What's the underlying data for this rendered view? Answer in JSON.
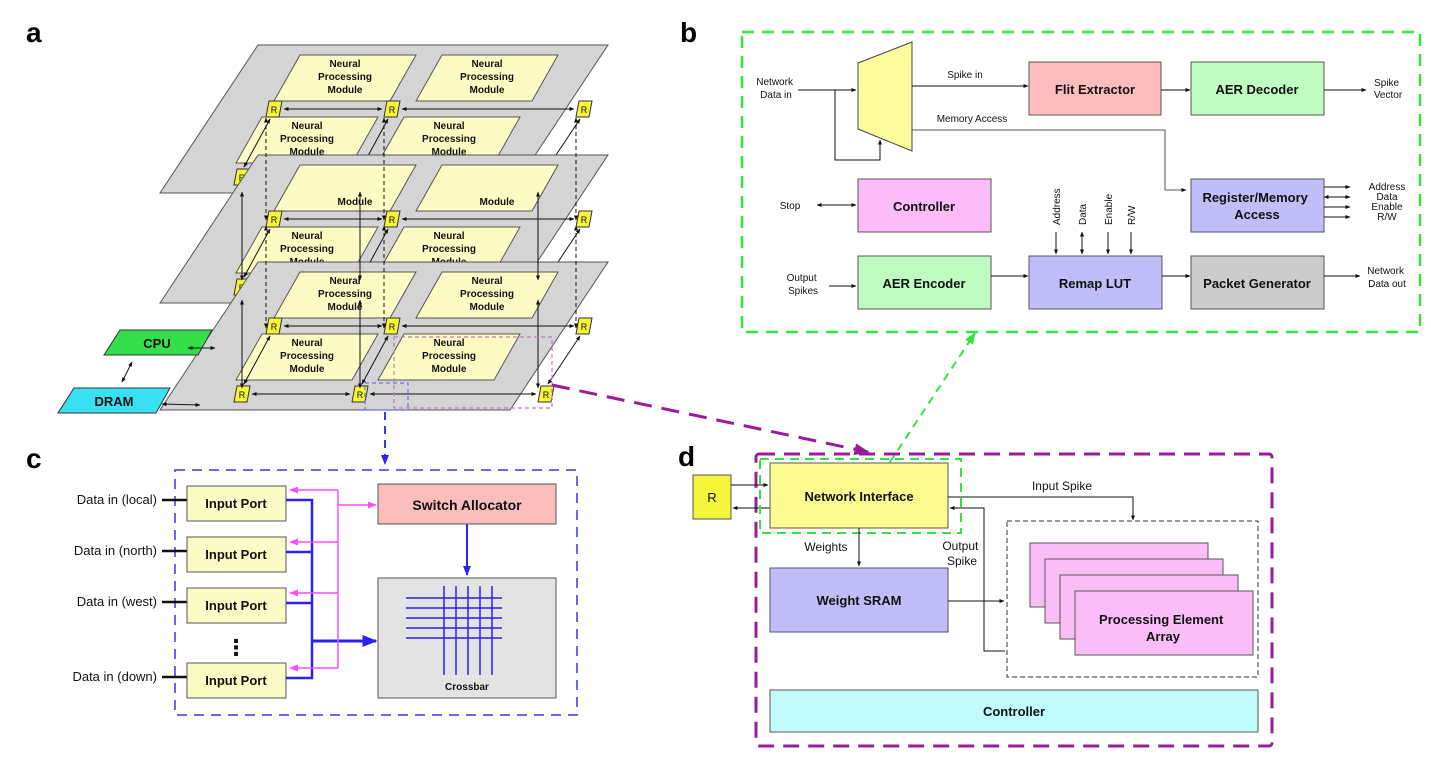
{
  "figure": {
    "panels": {
      "a": {
        "letter": "a",
        "npm_label": [
          "Neural",
          "Processing",
          "Module"
        ],
        "npm_partial_label": "Module",
        "router_label": "R",
        "cpu_label": "CPU",
        "dram_label": "DRAM",
        "layers": 3,
        "routers_per_layer": 6,
        "modules_per_layer": 4
      },
      "b": {
        "letter": "b",
        "inputs": {
          "network_data_in": [
            "Network",
            "Data in"
          ],
          "stop": "Stop",
          "output_spikes": [
            "Output",
            "Spikes"
          ]
        },
        "edge_labels": {
          "spike_in": "Spike in",
          "memory_access": "Memory Access"
        },
        "blocks": {
          "flit_extractor": "Flit Extractor",
          "aer_decoder": "AER Decoder",
          "controller": "Controller",
          "register_memory_access": [
            "Register/Memory",
            "Access"
          ],
          "aer_encoder": "AER Encoder",
          "remap_lut": "Remap LUT",
          "packet_generator": "Packet Generator"
        },
        "lut_signals": [
          "Address",
          "Data",
          "Enable",
          "R/W"
        ],
        "outputs": {
          "spike_vector": [
            "Spike",
            "Vector"
          ],
          "memory_signals": [
            "Address",
            "Data",
            "Enable",
            "R/W"
          ],
          "network_data_out": [
            "Network",
            "Data out"
          ]
        }
      },
      "c": {
        "letter": "c",
        "inputs": [
          "Data in (local)",
          "Data in (north)",
          "Data in (west)",
          "Data in (down)"
        ],
        "input_port_label": "Input Port",
        "ellipsis": "⋮",
        "switch_allocator": "Switch Allocator",
        "crossbar": "Crossbar"
      },
      "d": {
        "letter": "d",
        "router_label": "R",
        "network_interface": "Network Interface",
        "input_spike": "Input Spike",
        "weights": "Weights",
        "output_spike": [
          "Output",
          "Spike"
        ],
        "weight_sram": "Weight SRAM",
        "pe_array": [
          "Processing Element",
          "Array"
        ],
        "controller": "Controller"
      }
    },
    "colors": {
      "layer_gray": "#d4d4d4",
      "npm_yellow": "#fdfbc4",
      "router_yellow": "#f5f53a",
      "cpu_green": "#33e04a",
      "dram_cyan": "#39e0f2",
      "flit_pink": "#fdbdbd",
      "aer_green": "#bffcc0",
      "controller_magenta": "#fbbcf8",
      "lavender": "#c0bdf9",
      "packet_gray": "#cccccc",
      "input_port": "#fbfbc5",
      "switch_alloc": "#fbbcbc",
      "crossbar_bg": "#e3e3e3",
      "ni_yellow": "#fbfb8f",
      "pe_pink": "#fbbdf8",
      "ctrl_cyan": "#c2fbfc",
      "green_dash": "#33e63a",
      "blue_dash": "#3a35f0",
      "purple_dash": "#9a1c9a",
      "magenta_line": "#ff4fff",
      "blue_line": "#2b20f5"
    }
  }
}
